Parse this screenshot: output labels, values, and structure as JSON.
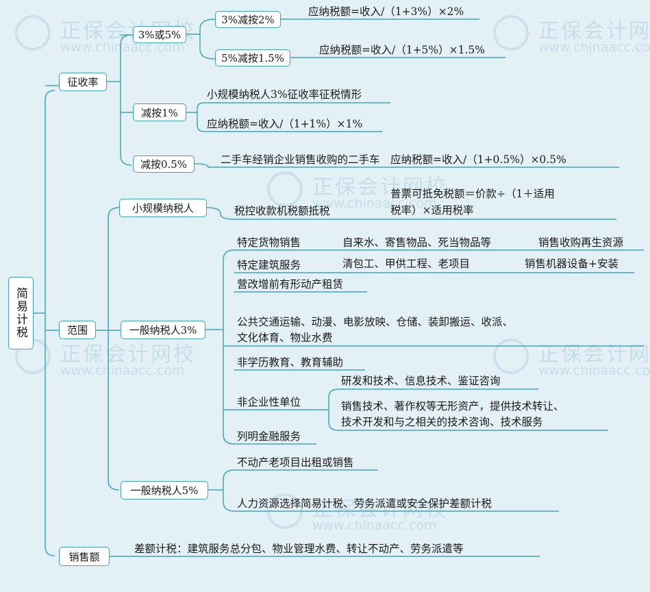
{
  "root": "简易计税",
  "watermark": {
    "cn": "正保会计网校",
    "en": "www.chinaacc.com"
  },
  "branches": {
    "rate": "征收率",
    "scope": "范围",
    "sales": "销售额"
  },
  "rate": {
    "b1": "3%或5%",
    "b1_1": "3%减按2%",
    "b1_1_formula": "应纳税额=收入/（1+3%）×2%",
    "b1_2": "5%减按1.5%",
    "b1_2_formula": "应纳税额=收入/（1+5%）×1.5%",
    "b2": "减按1%",
    "b2_text1": "小规模纳税人3%征收率征税情形",
    "b2_text2": "应纳税额=收入/（1+1%）×1%",
    "b3": "减按0.5%",
    "b3_text": "二手车经销企业销售收购的二手车　应纳税额=收入/（1+0.5%）×0.5%"
  },
  "scope": {
    "small": "小规模纳税人",
    "small_sub": "税控收款机税额抵税",
    "small_note_1": "普票可抵免税额＝价款÷（1＋适用",
    "small_note_2": "税率）×适用税率",
    "general3": "一般纳税人3%",
    "g3_items": {
      "goods": "特定货物销售",
      "goods_detail": "自来水、寄售物品、死当物品等",
      "goods_extra": "销售收购再生资源",
      "build": "特定建筑服务",
      "build_detail": "清包工、甲供工程、老项目",
      "build_extra": "销售机器设备+安装",
      "lease": "营改增前有形动产租赁",
      "transport_1": "公共交通运输、动漫、电影放映、仓储、装卸搬运、收派、",
      "transport_2": "文化体育、物业水费",
      "edu": "非学历教育、教育辅助",
      "nonent": "非企业性单位",
      "nonent_d1": "研发和技术、信息技术、鉴证咨询",
      "nonent_d2a": "销售技术、著作权等无形资产，提供技术转让、",
      "nonent_d2b": "技术开发和与之相关的技术咨询、技术服务",
      "finance": "列明金融服务"
    },
    "general5": "一般纳税人5%",
    "g5_items": {
      "realestate": "不动产老项目出租或销售",
      "hr": "人力资源选择简易计税、劳务派遣或安全保护差额计税"
    }
  },
  "sales": {
    "text": "差额计税：建筑服务总分包、物业管理水费、转让不动产、劳务派遣等"
  },
  "colors": {
    "line": "#3fa4c2",
    "box_border": "#3fa4c2",
    "background": "#e3f0f5"
  }
}
